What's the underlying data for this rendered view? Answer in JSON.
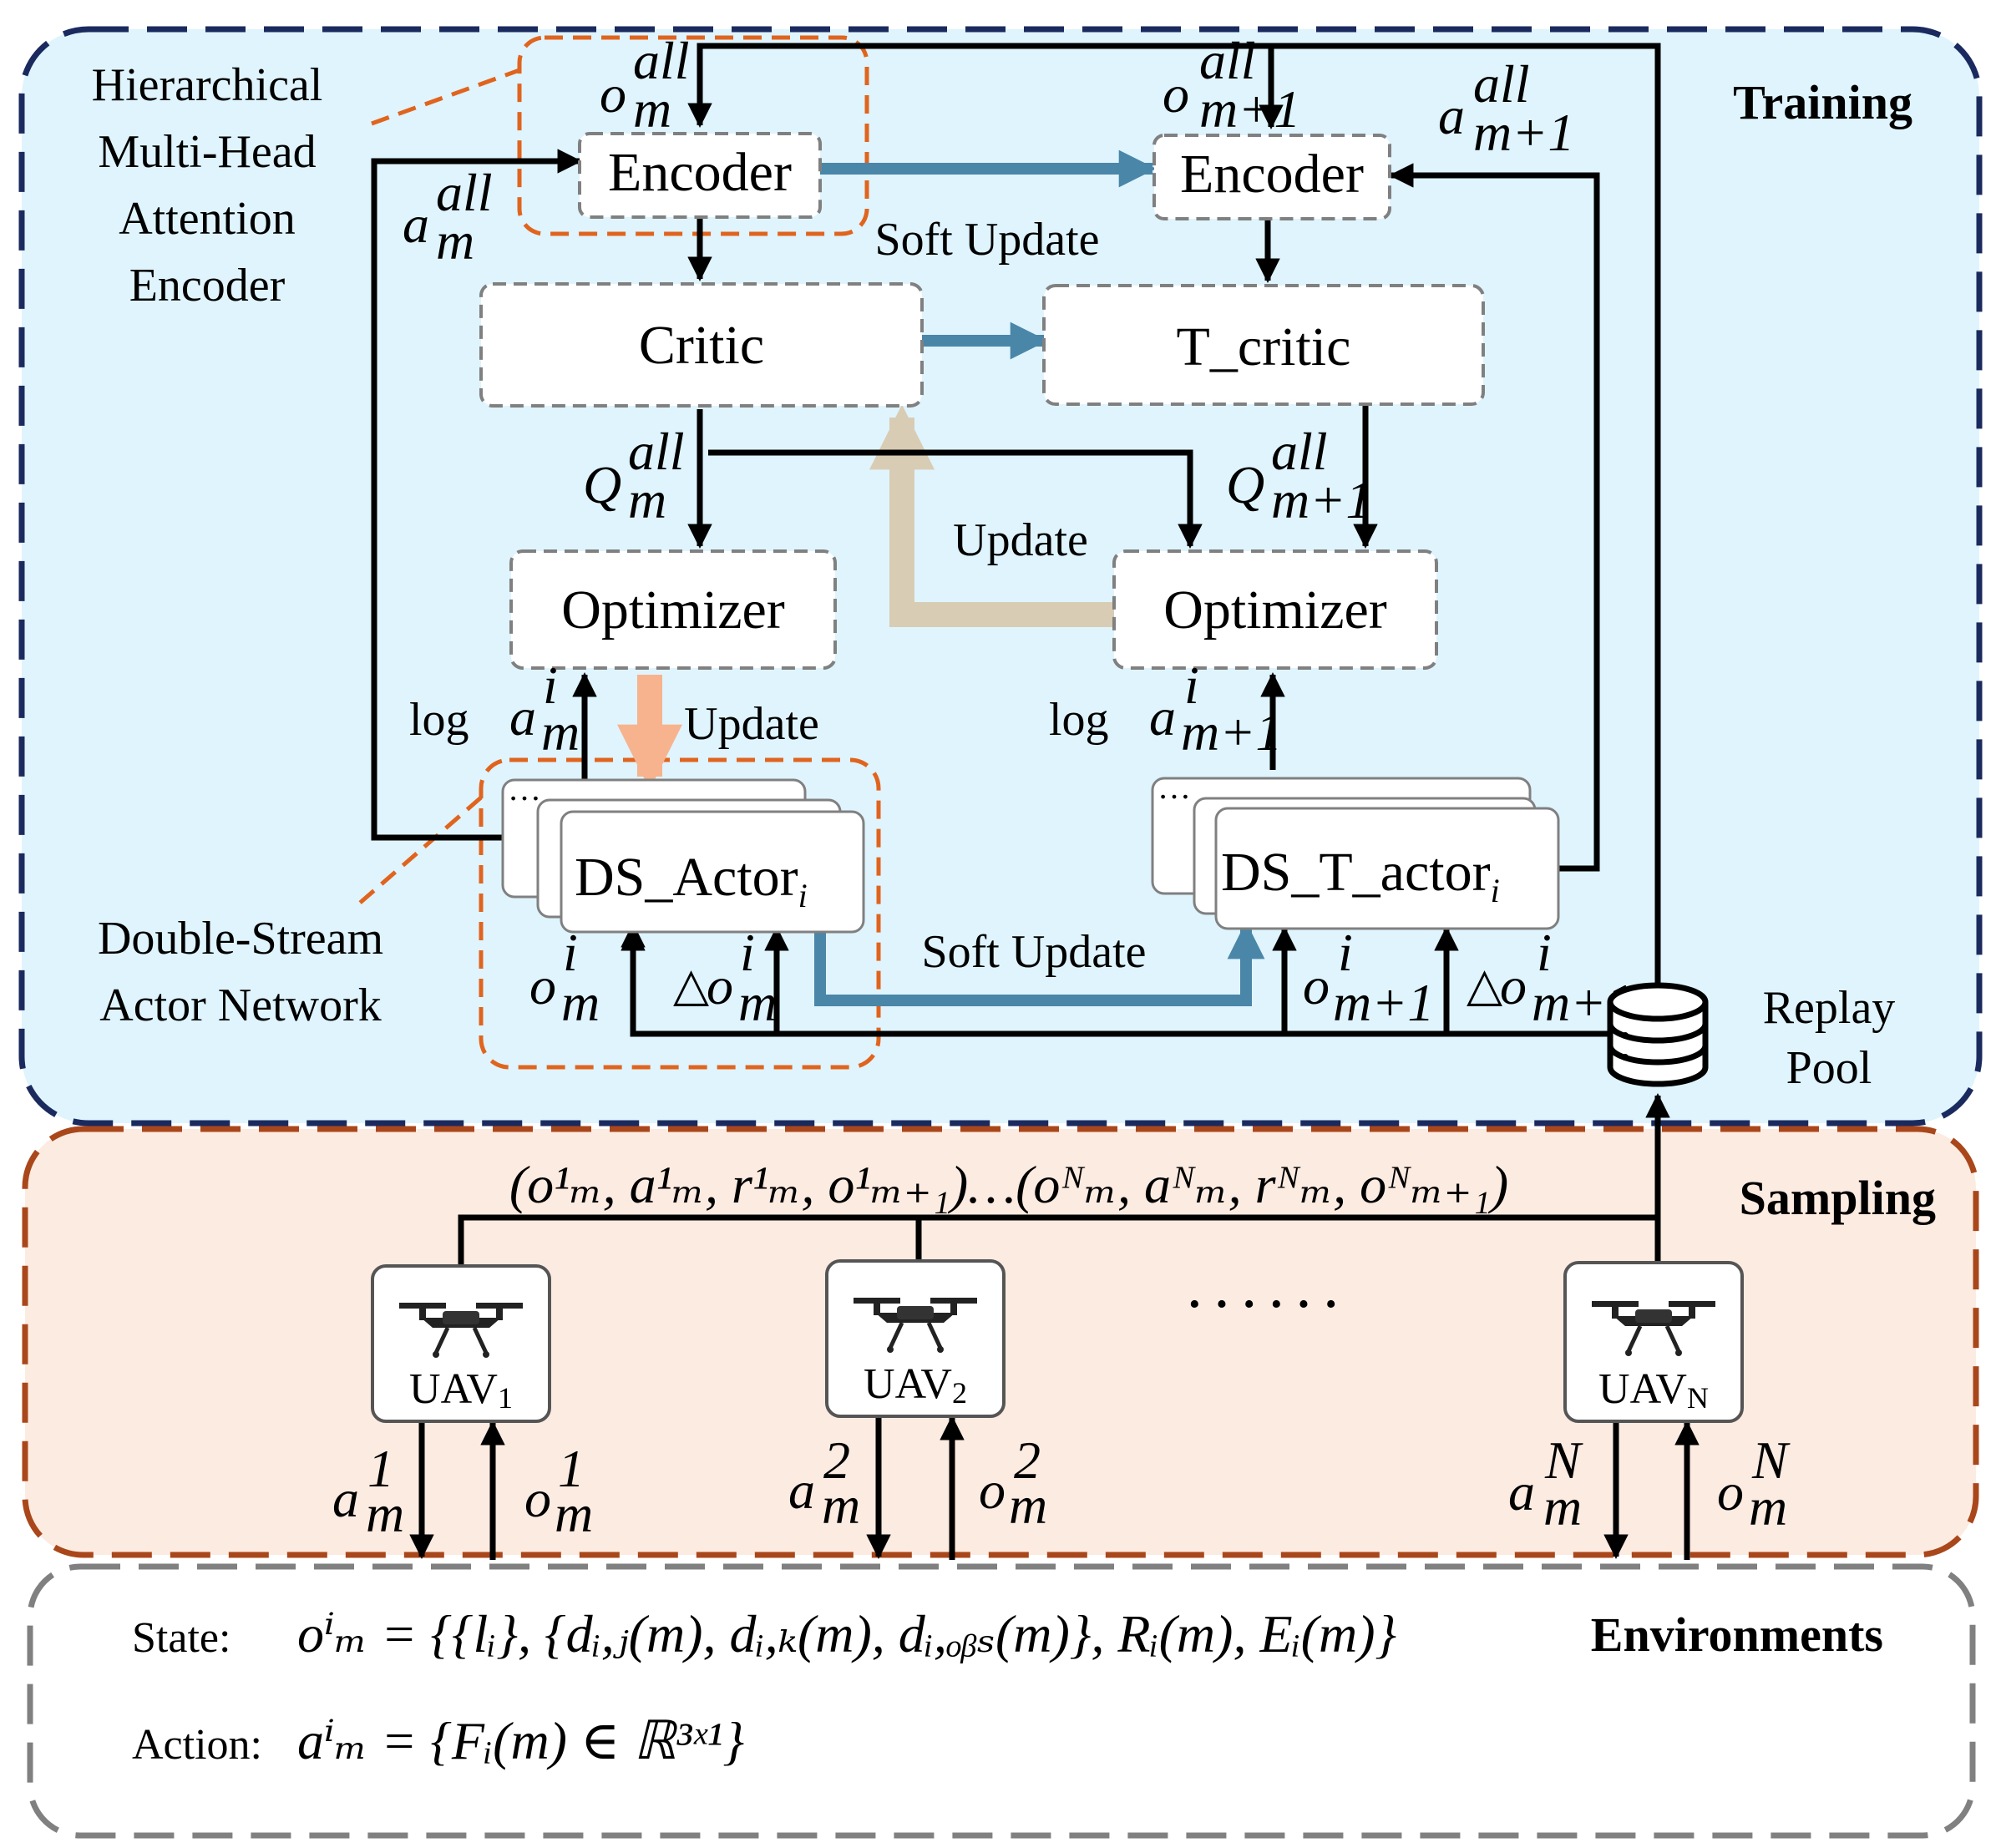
{
  "colors": {
    "training_bg": "#dff4fd",
    "training_border": "#1b2a5e",
    "sampling_bg": "#fcebe1",
    "sampling_border": "#a9471b",
    "env_border": "#808080",
    "soft_update": "#4a86a8",
    "update_critic": "#d9ccb4",
    "update_actor": "#f7b38e",
    "callout": "#e0641e"
  },
  "sections": {
    "training": "Training",
    "sampling": "Sampling",
    "environments": "Environments"
  },
  "callouts": {
    "encoder": [
      "Hierarchical",
      "Multi-Head",
      "Attention",
      "Encoder"
    ],
    "actor": [
      "Double-Stream",
      "Actor Network"
    ]
  },
  "boxes": {
    "encoder": "Encoder",
    "target_encoder": "Encoder",
    "critic": "Critic",
    "target_critic": "T_critic",
    "optimizer": "Optimizer",
    "target_optimizer": "Optimizer",
    "actor": "DS_Actor",
    "actor_sub": "i",
    "target_actor": "DS_T_actor",
    "target_actor_sub": "i"
  },
  "arrow_labels": {
    "soft_update_top": "Soft Update",
    "soft_update_bottom": "Soft Update",
    "update_critic": "Update",
    "update_actor": "Update"
  },
  "math": {
    "o_all_m": {
      "base": "o",
      "sup": "all",
      "sub": "m"
    },
    "o_all_m1": {
      "base": "o",
      "sup": "all",
      "sub": "m+1"
    },
    "a_all_m": {
      "base": "a",
      "sup": "all",
      "sub": "m"
    },
    "a_all_m1": {
      "base": "a",
      "sup": "all",
      "sub": "m+1"
    },
    "q_all_m": {
      "base": "Q",
      "sup": "all",
      "sub": "m"
    },
    "q_all_m1": {
      "base": "Q",
      "sup": "all",
      "sub": "m+1"
    },
    "log_a_m": {
      "prefix": "log",
      "base": "a",
      "sup": "i",
      "sub": "m"
    },
    "log_a_m1": {
      "prefix": "log",
      "base": "a",
      "sup": "i",
      "sub": "m+1"
    },
    "o_i_m": {
      "base": "o",
      "sup": "i",
      "sub": "m"
    },
    "do_i_m": {
      "prefix": "△",
      "base": "o",
      "sup": "i",
      "sub": "m"
    },
    "o_i_m1": {
      "base": "o",
      "sup": "i",
      "sub": "m+1"
    },
    "do_i_m1": {
      "prefix": "△",
      "base": "o",
      "sup": "i",
      "sub": "m+1"
    }
  },
  "replay_pool": [
    "Replay",
    "Pool"
  ],
  "tuple_text": "(o¹ₘ, a¹ₘ, r¹ₘ, o¹ₘ₊₁)…(oᴺₘ, aᴺₘ, rᴺₘ, oᴺₘ₊₁)",
  "uavs": [
    {
      "label": "UAV",
      "sub": "1",
      "a": {
        "base": "a",
        "sup": "1",
        "sub": "m"
      },
      "o": {
        "base": "o",
        "sup": "1",
        "sub": "m"
      }
    },
    {
      "label": "UAV",
      "sub": "2",
      "a": {
        "base": "a",
        "sup": "2",
        "sub": "m"
      },
      "o": {
        "base": "o",
        "sup": "2",
        "sub": "m"
      }
    },
    {
      "label": "UAV",
      "sub": "N",
      "a": {
        "base": "a",
        "sup": "N",
        "sub": "m"
      },
      "o": {
        "base": "o",
        "sup": "N",
        "sub": "m"
      }
    }
  ],
  "ellipsis": "· · · · · ·",
  "environment": {
    "state_label": "State:",
    "state_formula": "oⁱₘ = {{lᵢ}, {dᵢ,ⱼ(m), dᵢ,ₖ(m), dᵢ,ₒᵦₛ(m)}, Rᵢ(m), Eᵢ(m)}",
    "action_label": "Action:",
    "action_formula": "aⁱₘ = {Fᵢ(m) ∈ ℝ³ˣ¹}"
  }
}
